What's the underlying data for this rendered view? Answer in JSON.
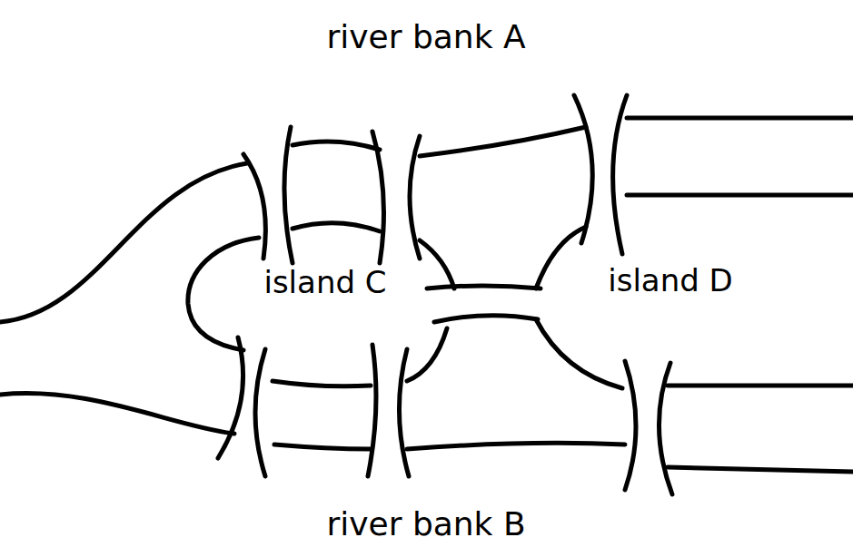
{
  "diagram": {
    "labels": [
      "river bank A",
      "island C",
      "island D",
      "river bank B"
    ]
  }
}
